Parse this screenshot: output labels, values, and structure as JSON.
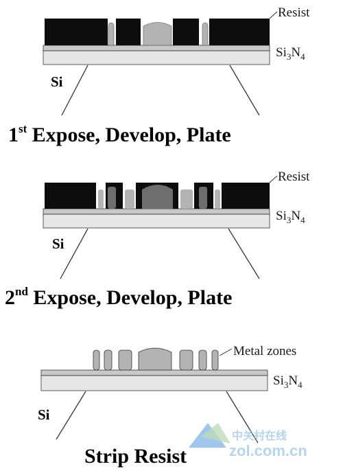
{
  "steps": [
    {
      "caption_ordinal": "1",
      "caption_suffix": "st",
      "caption_text": " Expose, Develop, Plate",
      "layer_labels": {
        "resist": "Resist",
        "nitride_base": "Si",
        "nitride_sub": "3",
        "nitride_n": "N",
        "nitride_sub2": "4",
        "substrate": "Si"
      }
    },
    {
      "caption_ordinal": "2",
      "caption_suffix": "nd",
      "caption_text": " Expose, Develop, Plate",
      "layer_labels": {
        "resist": "Resist",
        "nitride_base": "Si",
        "nitride_sub": "3",
        "nitride_n": "N",
        "nitride_sub2": "4",
        "substrate": "Si"
      }
    },
    {
      "caption_text": "Strip Resist",
      "layer_labels": {
        "metal": "Metal zones",
        "nitride_base": "Si",
        "nitride_sub": "3",
        "nitride_n": "N",
        "nitride_sub2": "4",
        "substrate": "Si"
      }
    }
  ],
  "watermark": {
    "line1": "中关村在线",
    "line2": "zol.com.cn"
  },
  "colors": {
    "resist": "#0d0d0d",
    "metal": "#b3b3b3",
    "metal_second": "#6e6e6e",
    "nitride": "#d4d4d4",
    "substrate": "#ffffff",
    "outline": "#333333"
  }
}
